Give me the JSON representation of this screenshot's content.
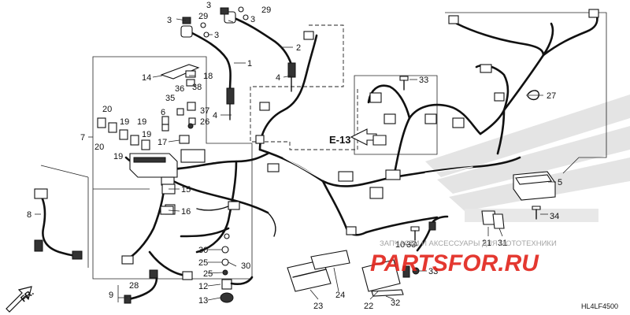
{
  "watermark": {
    "tagline": "ЗАПЧАСТИ И АКСЕССУАРЫ ДЛЯ МОТОТЕХНИКИ",
    "brand": "PARTSFOR.RU",
    "brand_color": "#e2231a"
  },
  "diagram_code": "HL4LF4500",
  "direction_label": "FR.",
  "reference_label": "E-13",
  "callouts": {
    "c1": "1",
    "c2": "2",
    "c3a": "3",
    "c3b": "3",
    "c3c": "3",
    "c4a": "4",
    "c4b": "4",
    "c5": "5",
    "c6": "6",
    "c7": "7",
    "c8": "8",
    "c9": "9",
    "c10": "10",
    "c12": "12",
    "c13": "13",
    "c14": "14",
    "c15": "15",
    "c16": "16",
    "c17": "17",
    "c18": "18",
    "c19a": "19",
    "c19b": "19",
    "c19c": "19",
    "c19d": "19",
    "c20a": "20",
    "c20b": "20",
    "c21": "21",
    "c22": "22",
    "c23": "23",
    "c24": "24",
    "c25a": "25",
    "c25b": "25",
    "c26": "26",
    "c27": "27",
    "c28": "28",
    "c29a": "29",
    "c29b": "29",
    "c30a": "30",
    "c30b": "30",
    "c31": "31",
    "c32": "32",
    "c33a": "33",
    "c33b": "33",
    "c33c": "33",
    "c34": "34",
    "c35": "35",
    "c36": "36",
    "c37": "37",
    "c38": "38"
  }
}
